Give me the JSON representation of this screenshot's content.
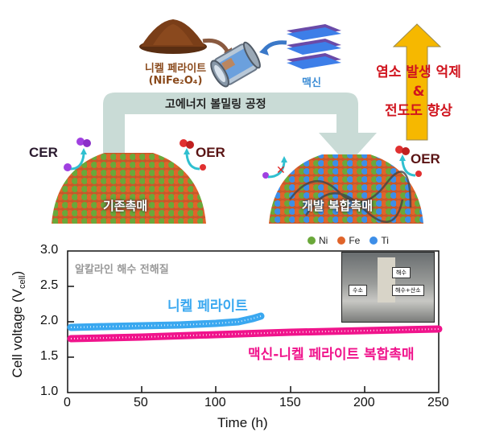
{
  "schematic": {
    "nickel_ferrite_label": "니켈 페라이트",
    "nickel_ferrite_formula": "(NiFe₂O₄)",
    "mxene_label": "맥신",
    "process_label": "고에너지 볼밀링 공정",
    "benefit_line1": "염소 발생 억제",
    "benefit_line2": "&",
    "benefit_line3": "전도도 향상",
    "left_catalyst_label": "기존촉매",
    "right_catalyst_label": "개발 복합촉매",
    "cer_label": "CER",
    "oer_label_left": "OER",
    "oer_label_right": "OER",
    "blocked_mark": "✕",
    "legend": [
      {
        "label": "Ni",
        "color": "#6aa83a"
      },
      {
        "label": "Fe",
        "color": "#e0642a"
      },
      {
        "label": "Ti",
        "color": "#3d8ee8"
      }
    ],
    "colors": {
      "band": "#c9dbd6",
      "arrow_yellow": "#f6b800",
      "cer_text": "#2a1a2e",
      "oer_text": "#5a1414"
    }
  },
  "chart_data": {
    "type": "scatter",
    "title": "",
    "annotation": "알칼라인 해수 전해질",
    "xlabel": "Time (h)",
    "ylabel": "Cell voltage (V",
    "ylabel_sub": "cell",
    "ylabel_close": ")",
    "xlim": [
      0,
      250
    ],
    "ylim": [
      1.0,
      3.0
    ],
    "xticks": [
      0,
      50,
      100,
      150,
      200,
      250
    ],
    "xtick_labels": [
      "0",
      "50",
      "100",
      "150",
      "200",
      "250"
    ],
    "yticks": [
      1.0,
      1.5,
      2.0,
      2.5,
      3.0
    ],
    "ytick_labels": [
      "1.0",
      "1.5",
      "2.0",
      "2.5",
      "3.0"
    ],
    "grid": false,
    "series": [
      {
        "name": "니켈 페라이트",
        "color": "#3aa8f0",
        "x": [
          0,
          25,
          50,
          75,
          100,
          115,
          125,
          130
        ],
        "y": [
          1.92,
          1.93,
          1.94,
          1.95,
          1.97,
          2.0,
          2.05,
          2.08
        ]
      },
      {
        "name": "맥신-니켈 페라이트 복합촉매",
        "color": "#f0148c",
        "x": [
          0,
          50,
          100,
          150,
          200,
          250
        ],
        "y": [
          1.76,
          1.78,
          1.81,
          1.84,
          1.87,
          1.9
        ]
      }
    ],
    "inset_photo": {
      "labels": [
        "해수",
        "수소",
        "해수+산소"
      ]
    }
  }
}
